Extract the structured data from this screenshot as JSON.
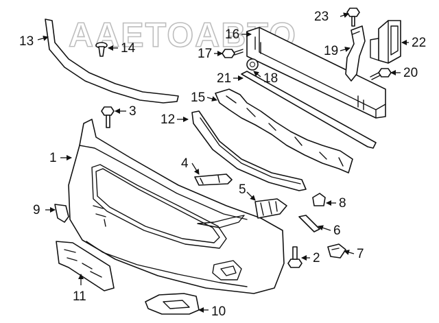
{
  "watermark": "AAETOABTO",
  "callouts": [
    {
      "id": "1",
      "label": "1"
    },
    {
      "id": "2",
      "label": "2"
    },
    {
      "id": "3",
      "label": "3"
    },
    {
      "id": "4",
      "label": "4"
    },
    {
      "id": "5",
      "label": "5"
    },
    {
      "id": "6",
      "label": "6"
    },
    {
      "id": "7",
      "label": "7"
    },
    {
      "id": "8",
      "label": "8"
    },
    {
      "id": "9",
      "label": "9"
    },
    {
      "id": "10",
      "label": "10"
    },
    {
      "id": "11",
      "label": "11"
    },
    {
      "id": "12",
      "label": "12"
    },
    {
      "id": "13",
      "label": "13"
    },
    {
      "id": "14",
      "label": "14"
    },
    {
      "id": "15",
      "label": "15"
    },
    {
      "id": "16",
      "label": "16"
    },
    {
      "id": "17",
      "label": "17"
    },
    {
      "id": "18",
      "label": "18"
    },
    {
      "id": "19",
      "label": "19"
    },
    {
      "id": "20",
      "label": "20"
    },
    {
      "id": "21",
      "label": "21"
    },
    {
      "id": "22",
      "label": "22"
    },
    {
      "id": "23",
      "label": "23"
    }
  ]
}
